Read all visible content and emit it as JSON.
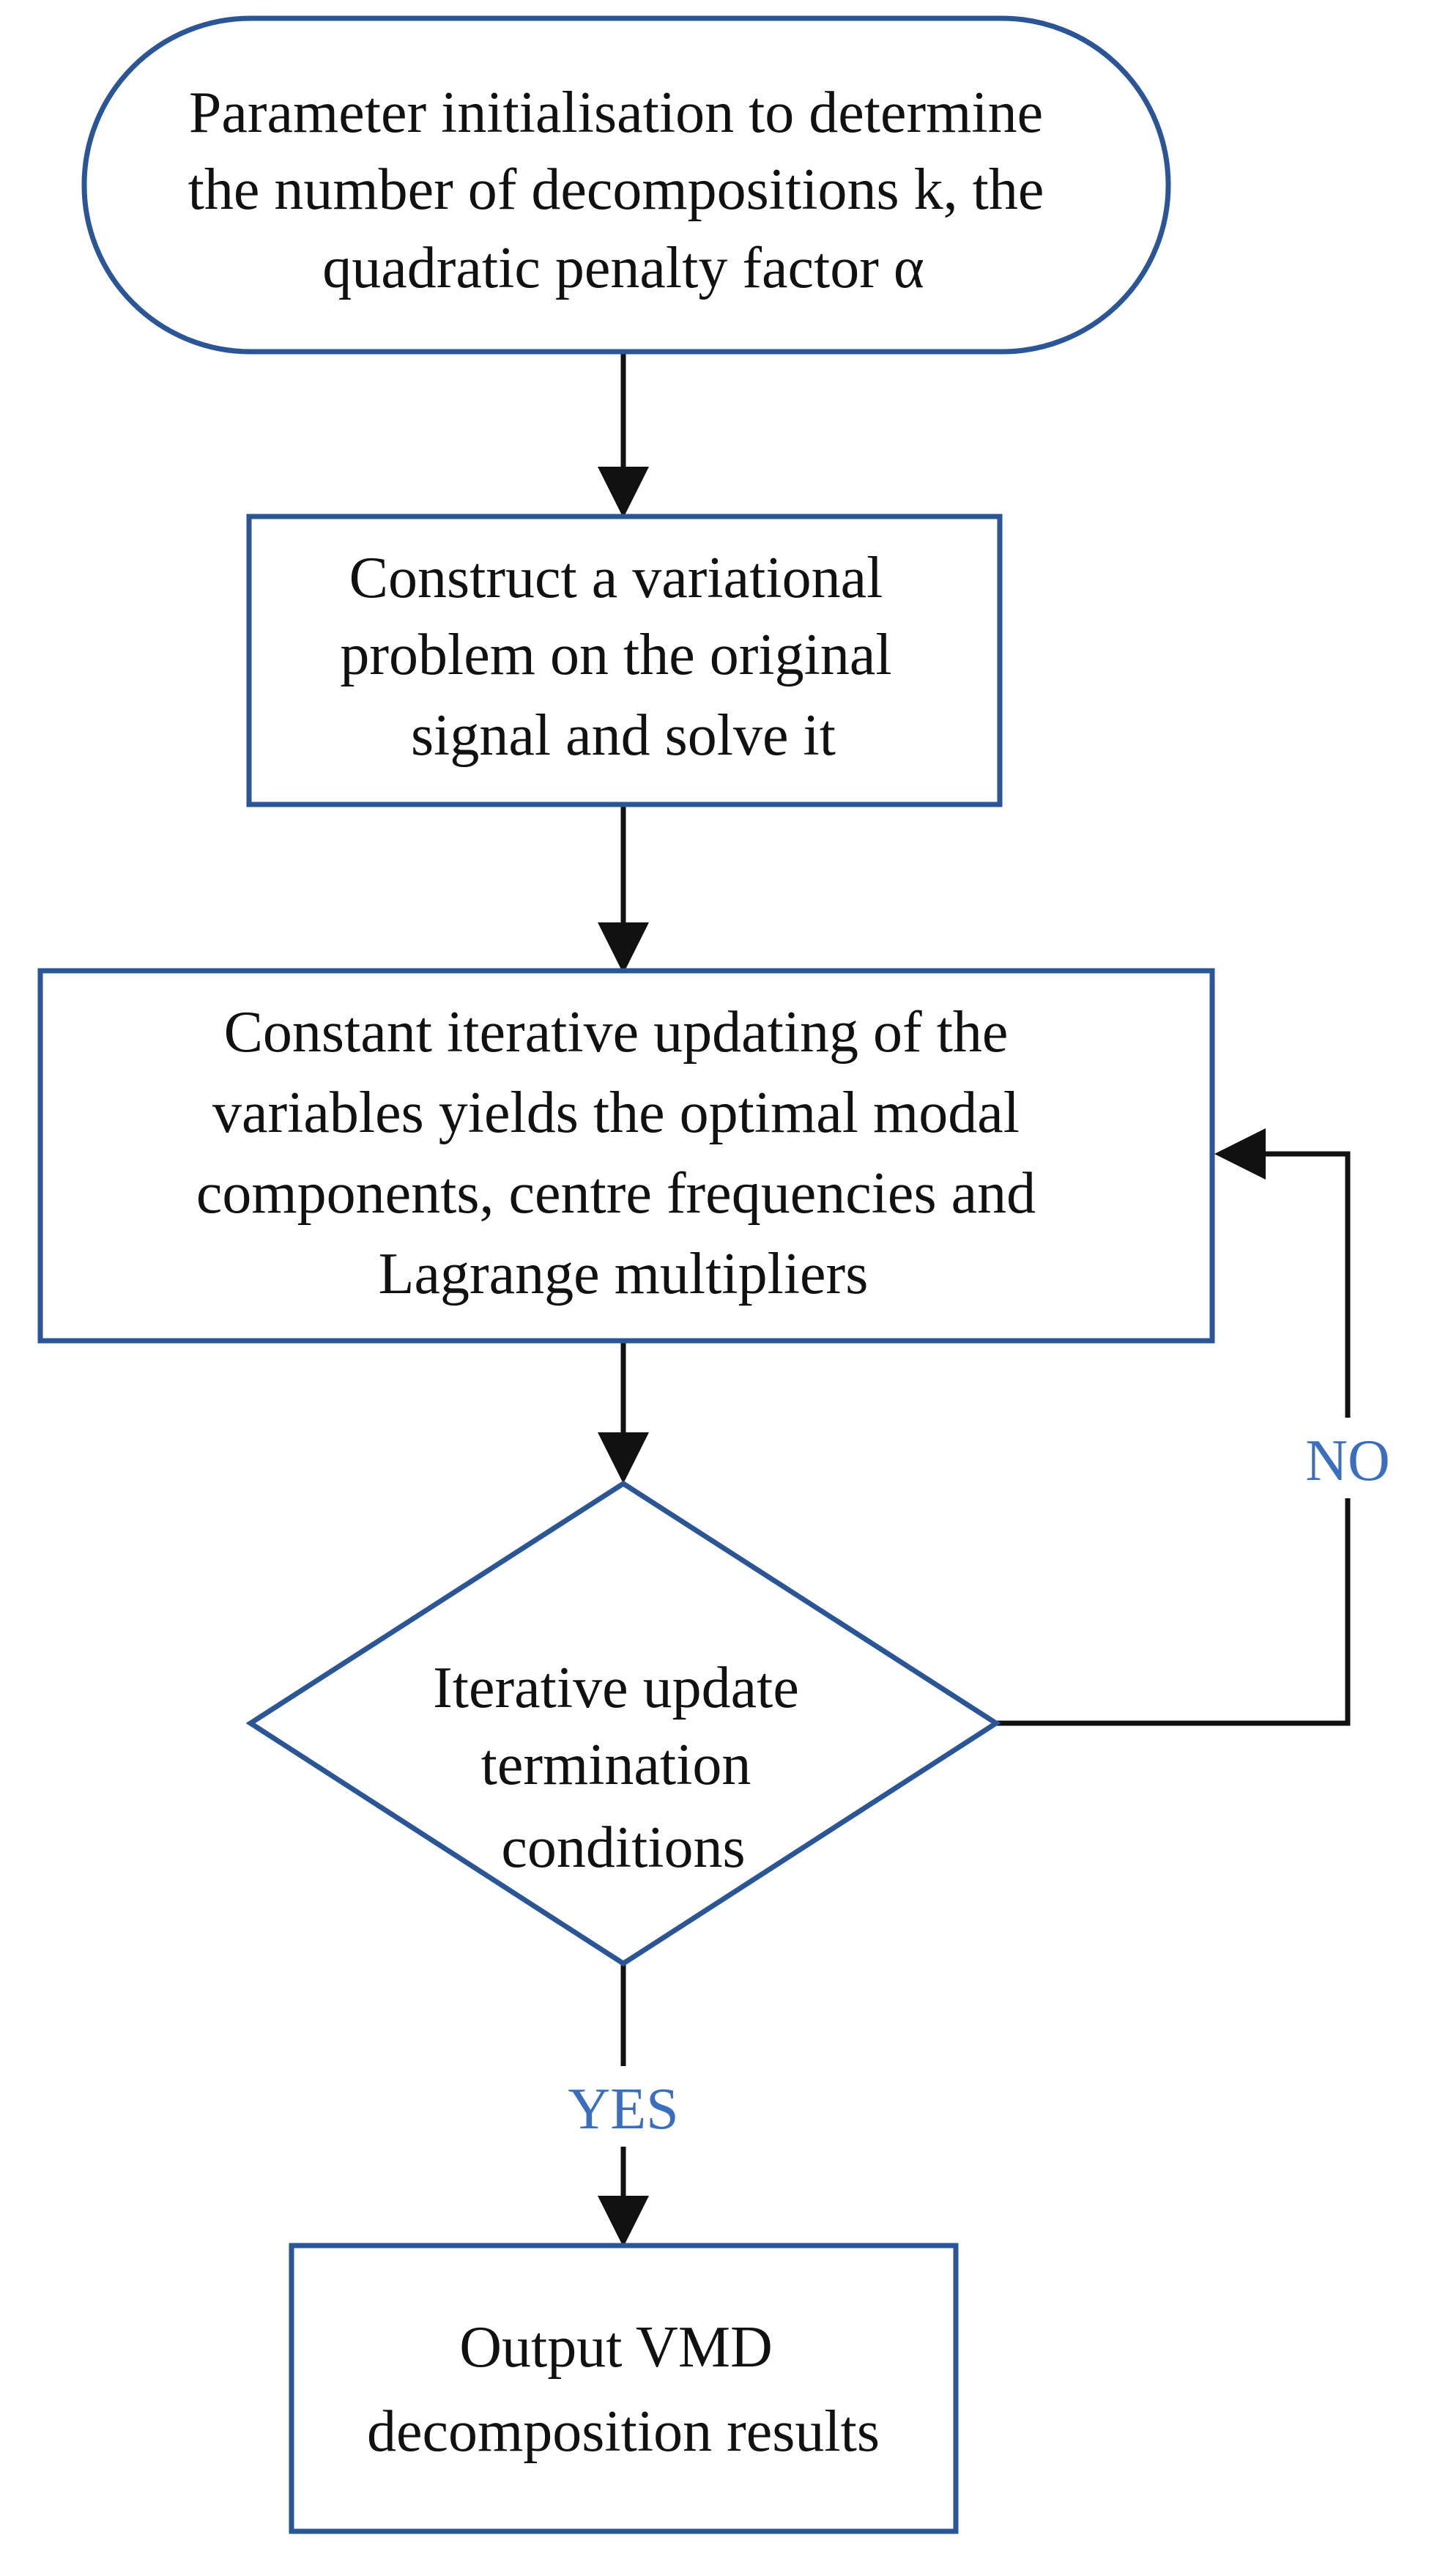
{
  "colors": {
    "node_border": "#2a5596",
    "arrow": "#111111",
    "node_fill": "#ffffff",
    "text": "#111111",
    "edge_label": "#3a6fbf"
  },
  "nodes": {
    "start": {
      "shape": "terminator",
      "lines": [
        "Parameter initialisation to determine",
        "the number of decompositions k, the",
        "quadratic penalty factor α"
      ]
    },
    "construct": {
      "shape": "process",
      "lines": [
        "Construct a variational",
        "problem on the original",
        "signal and solve it"
      ]
    },
    "iterate": {
      "shape": "process",
      "lines": [
        "Constant iterative updating of the",
        "variables yields the optimal modal",
        "components, centre frequencies and",
        "Lagrange multipliers"
      ]
    },
    "decision": {
      "shape": "decision",
      "lines": [
        "Iterative update",
        "termination",
        "conditions"
      ]
    },
    "output": {
      "shape": "process",
      "lines": [
        "Output VMD",
        "decomposition results"
      ]
    }
  },
  "edges": {
    "no_label": "NO",
    "yes_label": "YES"
  }
}
